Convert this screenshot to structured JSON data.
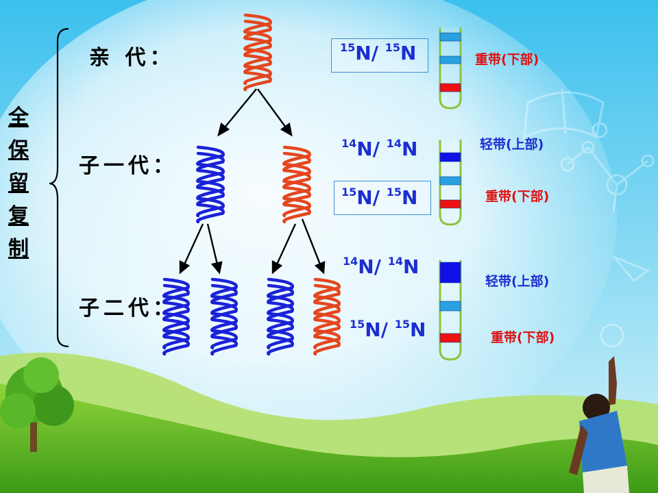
{
  "side_label": [
    "全",
    "保",
    "留",
    "复",
    "制"
  ],
  "generations": {
    "parent": "亲 代：",
    "f1": "子一代：",
    "f2": "子二代："
  },
  "isotopes": {
    "a1": "15",
    "b1": "15",
    "a2": "14",
    "b2": "14",
    "a3": "15",
    "b3": "15",
    "a4": "14",
    "b4": "14",
    "a5": "15",
    "b5": "15",
    "symbol": "N"
  },
  "bands": {
    "heavy": "重带(下部)",
    "light": "轻带(上部)"
  },
  "colors": {
    "heavy_strand": "#e4461e",
    "light_strand": "#1a22d8",
    "heavy_band": "#ee1111",
    "light_band": "#1010e6",
    "mid_band": "#29a0e0",
    "tube": "#8cc43c",
    "label_blue": "#1c2ed0",
    "label_red": "#e01010"
  }
}
